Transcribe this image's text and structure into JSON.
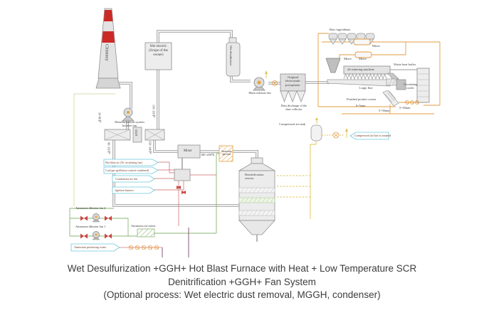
{
  "caption": {
    "line1": "Wet Desulfurization +GGH+ Hot Blast Furnace with Heat + Low Temperature SCR",
    "line2": "Denitrification +GGH+ Fan System",
    "line3": "(Optional process: Wet electric dust removal, MGGH, condenser)"
  },
  "labels": {
    "chimney": "Chimney",
    "wet_electric": "Wet electric (Scope of the owner)",
    "desulfurizer": "Wet desulfurizer",
    "main_exhaust_fan": "Main exhaust fan",
    "esp": "Original electrostatic precipitator",
    "esp_dust": "Dust discharge of the dust collector",
    "raw_ingredients": "Raw ingredients",
    "mixer_a": "Mixer",
    "mixer_b": "Mixer",
    "mixer_c": "Mixer",
    "sintering_machine": "2# sintering machine",
    "large_flue": "Large flue",
    "waste_heat_boiler": "Waste heat boiler",
    "circulating_cooler": "Circulating cooler",
    "finished_screen": "Finished product screen",
    "size_left": "0~5mm",
    "size_right": "5~50mm",
    "size_bottom": "5~50mm",
    "compressed_air_tank": "Compressed air tank",
    "compressed_air_note": "Compressed air line is omitted",
    "booster_fan": "Desulfurization system booster fan",
    "ggh": "GGH",
    "scr_mixer": "Mixer",
    "temp_1": "50~80℃",
    "temp_2": "90~110℃",
    "temp_3": "130~150℃",
    "temp_4": "120~140℃",
    "temp_5": "180~200℃",
    "aig": "Ammonia injection",
    "reactor": "Denitrification reactor",
    "input_hot_blast": "Hot blast air (To circulating fan)",
    "input_gas": "Coal gas (pollution control combined)",
    "input_combustion_fan": "Combustion air fan",
    "input_ignition": "Ignition furnace",
    "ammonia_fan_2": "Ammonia dilution fan 2",
    "ammonia_fan_1": "Ammonia dilution fan 1",
    "ammonia_air_mixer": "Ammonia air mixer",
    "ammonia_water": "Ammonia producing water"
  },
  "colors": {
    "pipe": "#bdbdbd",
    "orange": "#e39b40",
    "yellow": "#dfc455",
    "green": "#8ab573",
    "cyan": "#6ec6dc",
    "red": "#cc4444",
    "pink": "#dd9999",
    "purple": "#8a5a7a",
    "chimney_red": "#cc2a27"
  }
}
